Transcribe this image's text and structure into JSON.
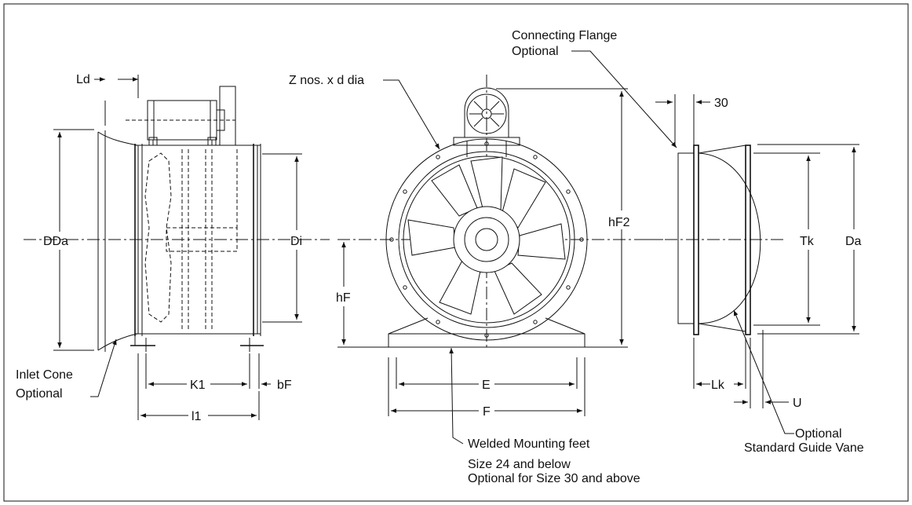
{
  "labels": {
    "ld": "Ld",
    "ddа": "DDa",
    "di": "Di",
    "k1": "K1",
    "bf": "bF",
    "l1": "l1",
    "inlet_cone": "Inlet Cone",
    "inlet_optional": "Optional",
    "z_nos": "Z nos. x d dia",
    "hf": "hF",
    "hf2": "hF2",
    "e": "E",
    "f": "F",
    "welded_feet": "Welded Mounting feet",
    "size_24": "Size 24 and below",
    "size_30": "Optional for Size 30 and above",
    "connecting_flange": "Connecting Flange",
    "flange_optional": "Optional",
    "dim_30": "30",
    "tk": "Tk",
    "da": "Da",
    "lk": "Lk",
    "u": "U",
    "guide_optional": "Optional",
    "guide_vane": "Standard Guide Vane"
  }
}
